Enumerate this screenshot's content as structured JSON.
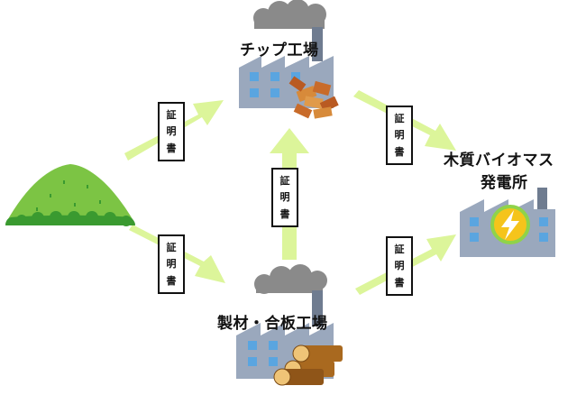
{
  "nodes": {
    "chip_factory": "チップ工場",
    "sawmill": "製材・合板工場",
    "power_plant_line1": "木質バイオマス",
    "power_plant_line2": "発電所"
  },
  "certificate": {
    "c1": "証",
    "c2": "明",
    "c3": "書"
  },
  "colors": {
    "arrow": "#dcf59a",
    "mound_dark": "#3a9a30",
    "mound_light": "#7cc444",
    "factory": "#9aa8bd",
    "smoke": "#8a8a8a",
    "window": "#5aa5e0",
    "bolt": "#f5c41b",
    "bolt_ring": "#8fd34a"
  }
}
